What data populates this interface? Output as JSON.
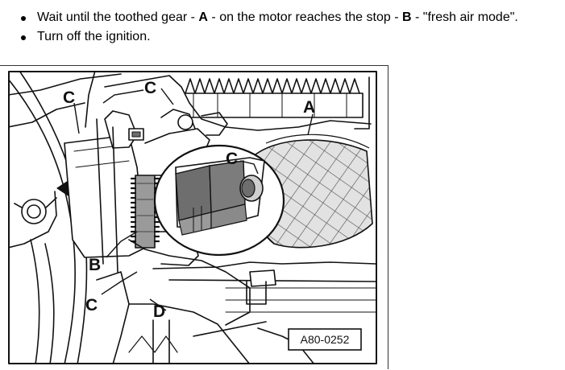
{
  "instructions": [
    {
      "before_a": "Wait until the toothed gear - ",
      "label_a": "A",
      "between": " - on the motor reaches the stop - ",
      "label_b": "B",
      "after": " - \"fresh air mode\"."
    },
    {
      "text": "Turn off the ignition."
    }
  ],
  "figure": {
    "callouts": {
      "a": "A",
      "b": "B",
      "c": "C",
      "d": "D"
    },
    "id_box": "A80-0252",
    "icons": [
      "arrow-left-icon"
    ],
    "colors": {
      "line": "#111111",
      "shade_dark": "#6e6e6e",
      "shade_mid": "#9a9a9a",
      "shade_light": "#cfcfcf",
      "mesh_fill": "#e2e2e2"
    }
  }
}
